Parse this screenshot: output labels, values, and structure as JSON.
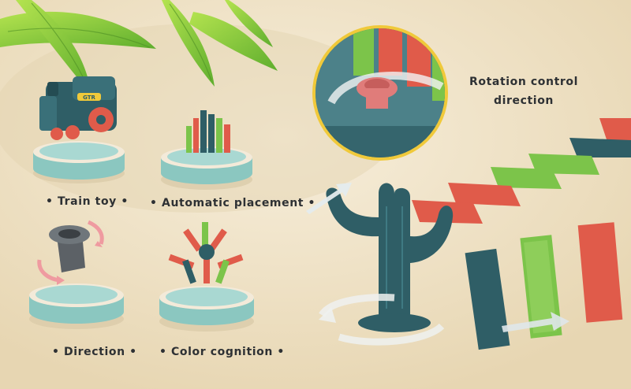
{
  "labels": {
    "train_toy": "Train toy",
    "automatic_placement": "Automatic placement",
    "direction": "Direction",
    "color_cognition": "Color cognition",
    "bullet": "•"
  },
  "callout": {
    "line1": "Rotation control",
    "line2": "direction"
  },
  "train_badge": "GTR",
  "colors": {
    "background": "#efe3c4",
    "teal": "#2f5e66",
    "green": "#7cc44a",
    "red": "#e05b4a",
    "pedestal_top": "#a9d8d2",
    "pedestal_side": "#f3ead9",
    "magnifier_ring": "#f0c93a",
    "leaf": "#8ccf3a"
  }
}
